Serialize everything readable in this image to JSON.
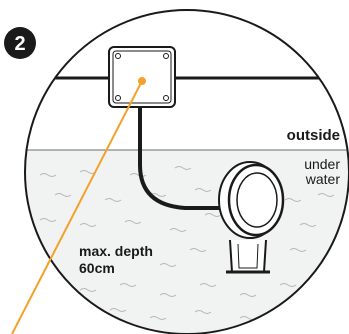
{
  "step": {
    "number": "2"
  },
  "labels": {
    "outside": "outside",
    "under_line1": "under",
    "under_line2": "water",
    "depth_line1": "max. depth",
    "depth_line2": "60cm"
  },
  "icons": {
    "junction_box": "junction-box-icon",
    "light": "pool-light-icon",
    "pointer": "pointer-dot-icon"
  },
  "colors": {
    "outline": "#1a1a1a",
    "water_fill": "#f1f2f2",
    "pointer": "#f4a12a",
    "badge": "#1a1a1a"
  }
}
